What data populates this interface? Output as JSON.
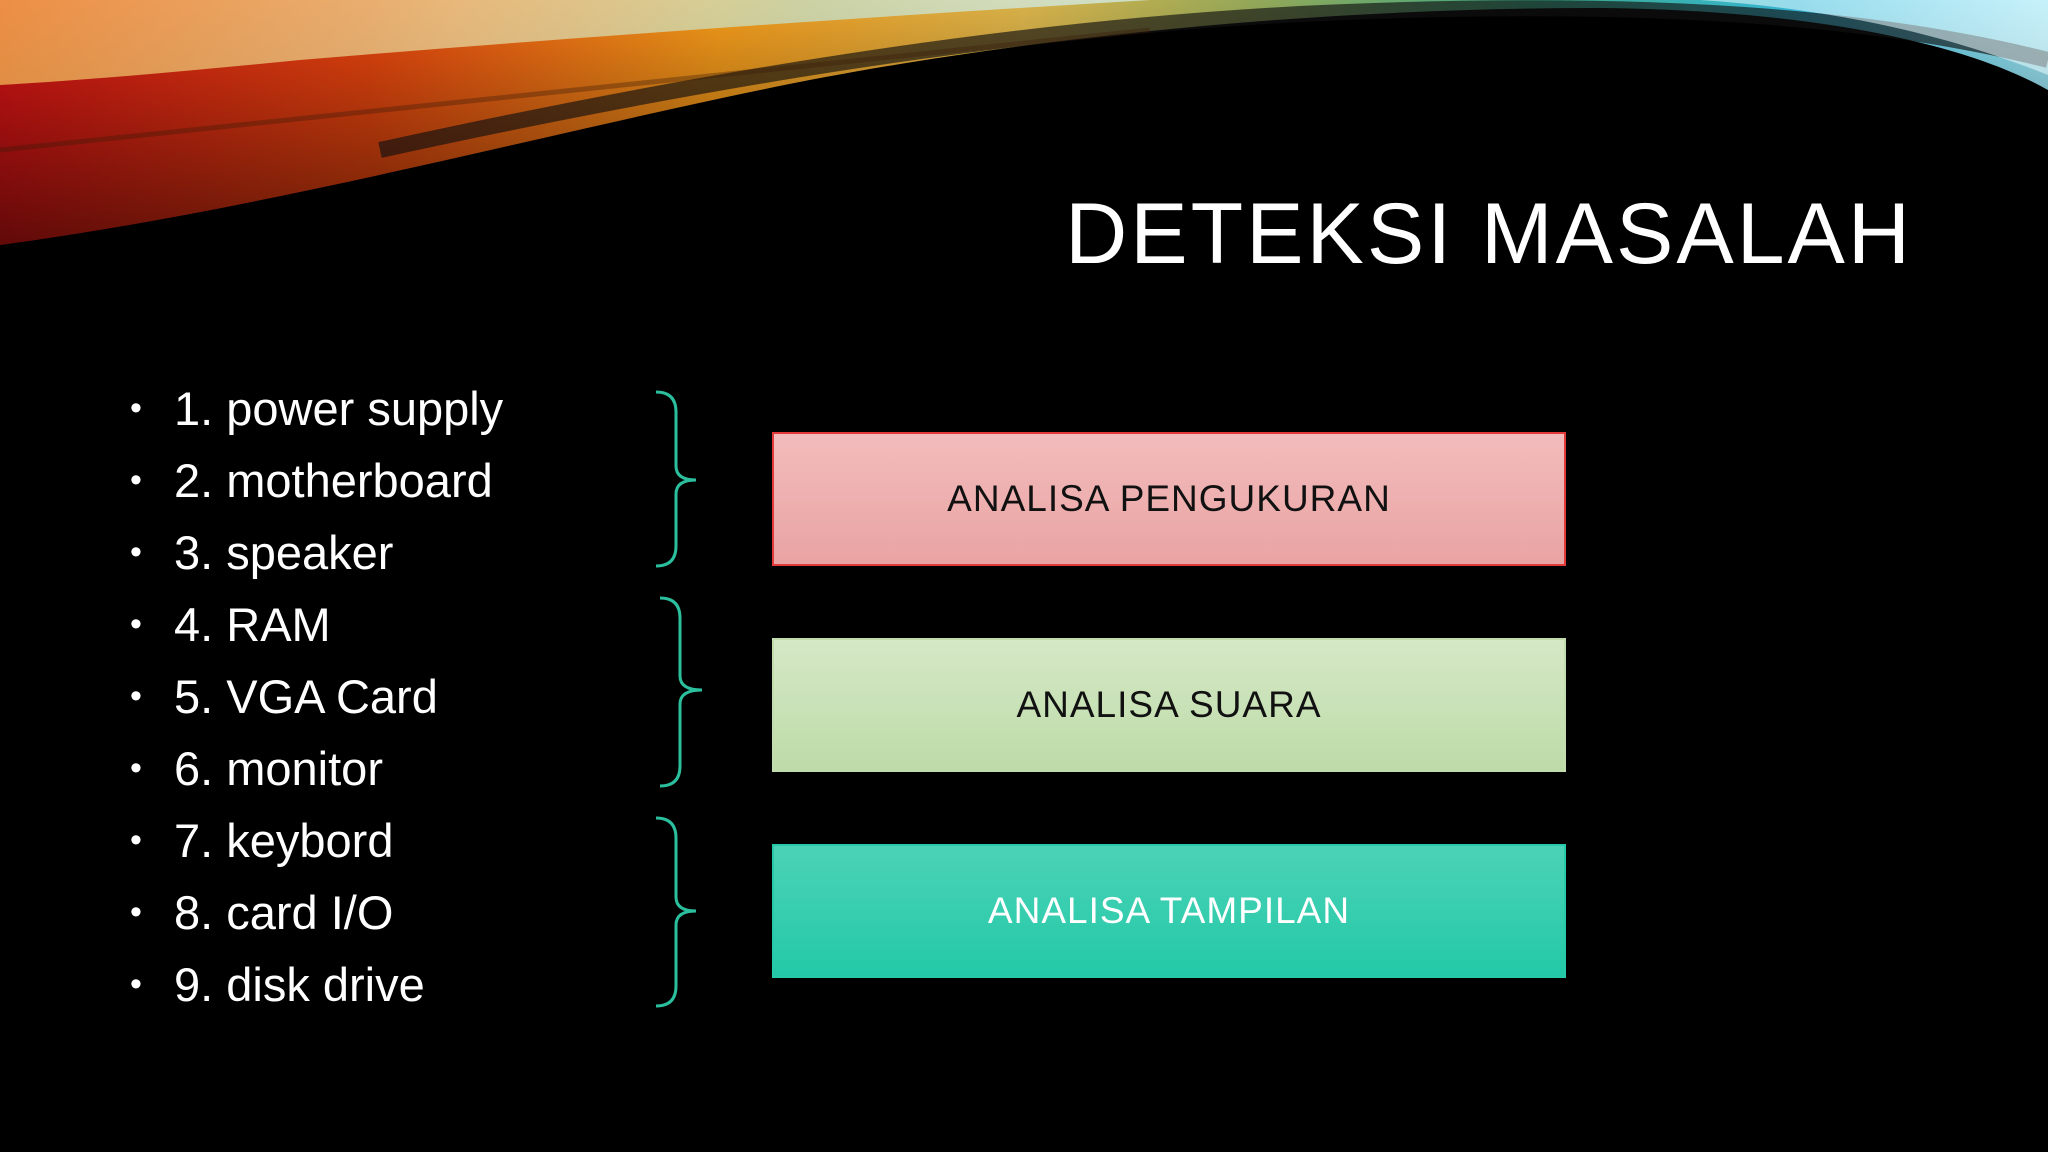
{
  "slide": {
    "title": "DETEKSI MASALAH",
    "background_color": "#000000",
    "bullet_glyph": "•",
    "bullets": [
      "1. power supply",
      "2. motherboard",
      "3. speaker",
      "4. RAM",
      "5. VGA Card",
      "6. monitor",
      "7. keybord",
      "8. card I/O",
      "9. disk drive"
    ],
    "brace_color": "#2bbf9e",
    "boxes": [
      {
        "label": "ANALISA PENGUKURAN",
        "fill": "#eeb0b0",
        "border": "#e23a3a"
      },
      {
        "label": "ANALISA SUARA",
        "fill": "#c8e0b6",
        "border": "#c3dcae"
      },
      {
        "label": "ANALISA TAMPILAN",
        "fill": "#33cdb0",
        "border": "#26c9a9"
      }
    ]
  }
}
